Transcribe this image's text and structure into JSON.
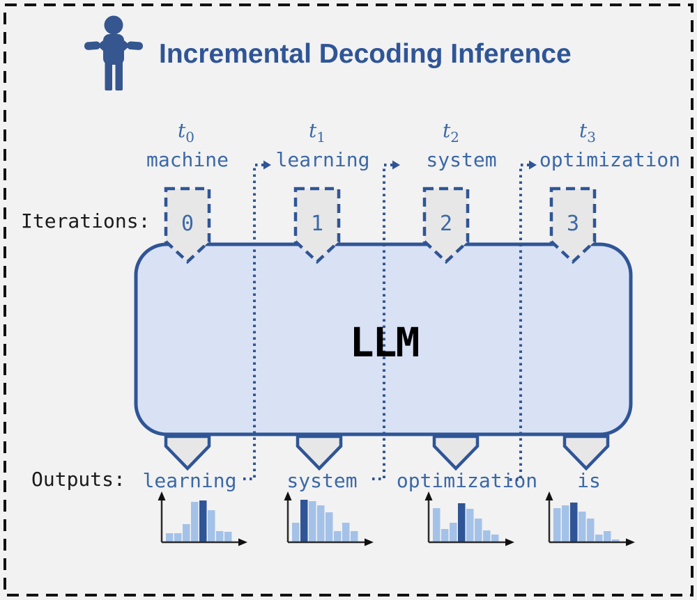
{
  "title": "Incremental Decoding Inference",
  "labels": {
    "iterations": "Iterations:",
    "outputs": "Outputs:",
    "llm": "LLM",
    "time_symbol": "t"
  },
  "columns": [
    {
      "time_sub": "0",
      "input": "machine",
      "iteration": "0",
      "output": "learning"
    },
    {
      "time_sub": "1",
      "input": "learning",
      "iteration": "1",
      "output": "system"
    },
    {
      "time_sub": "2",
      "input": "system",
      "iteration": "2",
      "output": "optimization"
    },
    {
      "time_sub": "3",
      "input": "optimization",
      "iteration": "3",
      "output": "is"
    }
  ],
  "colors": {
    "accent_blue": "#2f5596",
    "word_blue": "#3b68a7",
    "llm_box_fill": "#d9e1f4",
    "marker_fill": "#e8e7e7",
    "bar_light": "#a4c2e8",
    "bar_dark": "#2f5596",
    "background": "#f2f2f2",
    "text_black": "#1a1a1a",
    "axis_gray": "#2a2a2a"
  },
  "chart_data": [
    {
      "type": "bar",
      "title": "token distribution at iteration 0",
      "values": [
        12,
        12,
        25,
        57,
        59,
        45,
        15,
        14
      ],
      "highlight_index": 4,
      "xlabel": "",
      "ylabel": "",
      "grid": false,
      "legend": false
    },
    {
      "type": "bar",
      "title": "token distribution at iteration 1",
      "values": [
        27,
        60,
        58,
        52,
        42,
        15,
        27,
        15
      ],
      "highlight_index": 1,
      "xlabel": "",
      "ylabel": "",
      "grid": false,
      "legend": false
    },
    {
      "type": "bar",
      "title": "token distribution at iteration 2",
      "values": [
        48,
        18,
        27,
        55,
        47,
        33,
        16,
        10
      ],
      "highlight_index": 3,
      "xlabel": "",
      "ylabel": "",
      "grid": false,
      "legend": false
    },
    {
      "type": "bar",
      "title": "token distribution at iteration 3",
      "values": [
        48,
        52,
        56,
        43,
        33,
        10,
        15,
        3
      ],
      "highlight_index": 2,
      "xlabel": "",
      "ylabel": "",
      "grid": false,
      "legend": false
    }
  ]
}
